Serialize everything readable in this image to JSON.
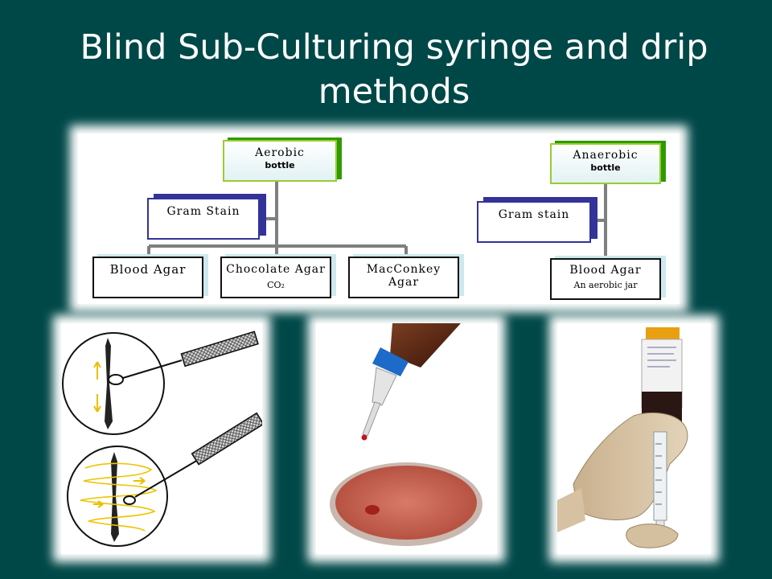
{
  "slide": {
    "title_line1": "Blind Sub-Culturing syringe and drip",
    "title_line2": "methods"
  },
  "diagram": {
    "aerobic": {
      "label": "Aerobic",
      "sub": "bottle"
    },
    "gram_stain_left": "Gram Stain",
    "blood_agar_left": "Blood Agar",
    "chocolate_agar": {
      "label": "Chocolate Agar",
      "sub": "CO₂"
    },
    "macconkey": {
      "line1": "MacConkey",
      "line2": "Agar"
    },
    "anaerobic": {
      "label": "Anaerobic",
      "sub": "bottle"
    },
    "gram_stain_right": "Gram stain",
    "blood_agar_right": {
      "label": "Blood Agar",
      "sub": "An aerobic jar"
    }
  },
  "colors": {
    "background": "#004848",
    "green_box": "#99cc33",
    "blue_box": "#333399",
    "teal_shadow": "#cde8ee"
  },
  "illustrations": [
    {
      "name": "streaking-diagram-illustration"
    },
    {
      "name": "drip-method-photo"
    },
    {
      "name": "syringe-method-photo"
    }
  ]
}
